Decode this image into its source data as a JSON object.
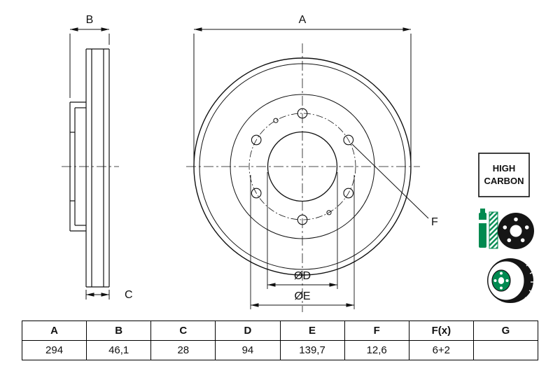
{
  "drawing": {
    "dimension_labels": {
      "a": "A",
      "b": "B",
      "c": "C",
      "d": "ØD",
      "e": "ØE",
      "f": "F"
    },
    "badge": {
      "line1": "HIGH",
      "line2": "CARBON"
    },
    "icons": {
      "kit": "brake-caliper-pad-disc-icon",
      "perspective": "brake-disc-3d-icon"
    },
    "colors": {
      "green": "#008a50",
      "line": "#111111"
    }
  },
  "table": {
    "headers": [
      "A",
      "B",
      "C",
      "D",
      "E",
      "F",
      "F(x)",
      "G"
    ],
    "values": [
      "294",
      "46,1",
      "28",
      "94",
      "139,7",
      "12,6",
      "6+2",
      ""
    ]
  }
}
